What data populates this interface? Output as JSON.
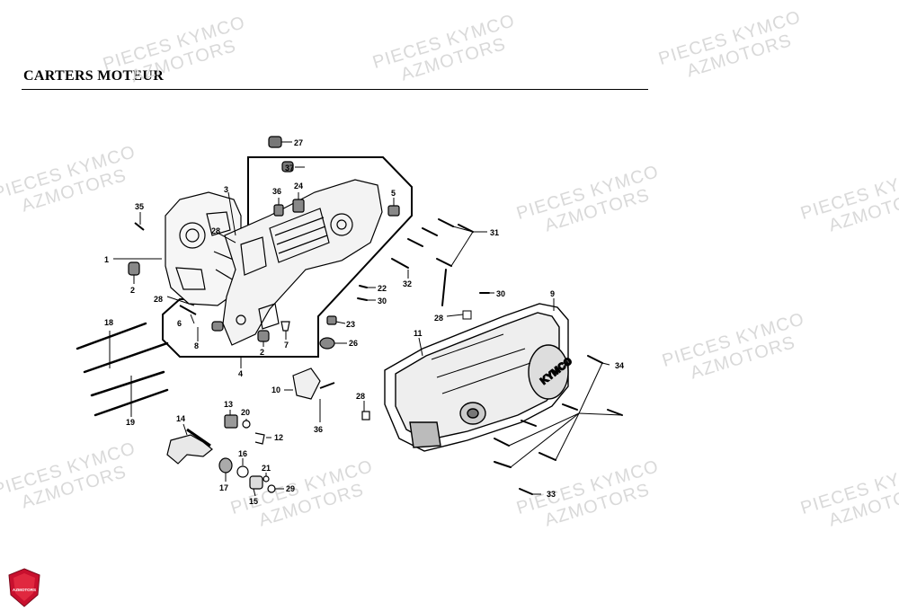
{
  "page": {
    "title": "CARTERS MOTEUR"
  },
  "watermark": {
    "line1": "PIECES KYMCO",
    "line2": "AZMOTORS"
  },
  "cover_brand": "KYMCO",
  "logo_text": "AZMOTORS",
  "colors": {
    "ink": "#000000",
    "watermark": "#d9d9d9",
    "logo_red": "#c8102e"
  },
  "callouts": [
    "27",
    "37",
    "3",
    "36",
    "24",
    "5",
    "35",
    "28",
    "1",
    "2",
    "28",
    "6",
    "8",
    "7",
    "2",
    "4",
    "18",
    "19",
    "23",
    "26",
    "22",
    "30",
    "32",
    "31",
    "30",
    "9",
    "28",
    "11",
    "34",
    "10",
    "36",
    "28",
    "13",
    "20",
    "14",
    "12",
    "16",
    "21",
    "17",
    "15",
    "29",
    "33"
  ]
}
